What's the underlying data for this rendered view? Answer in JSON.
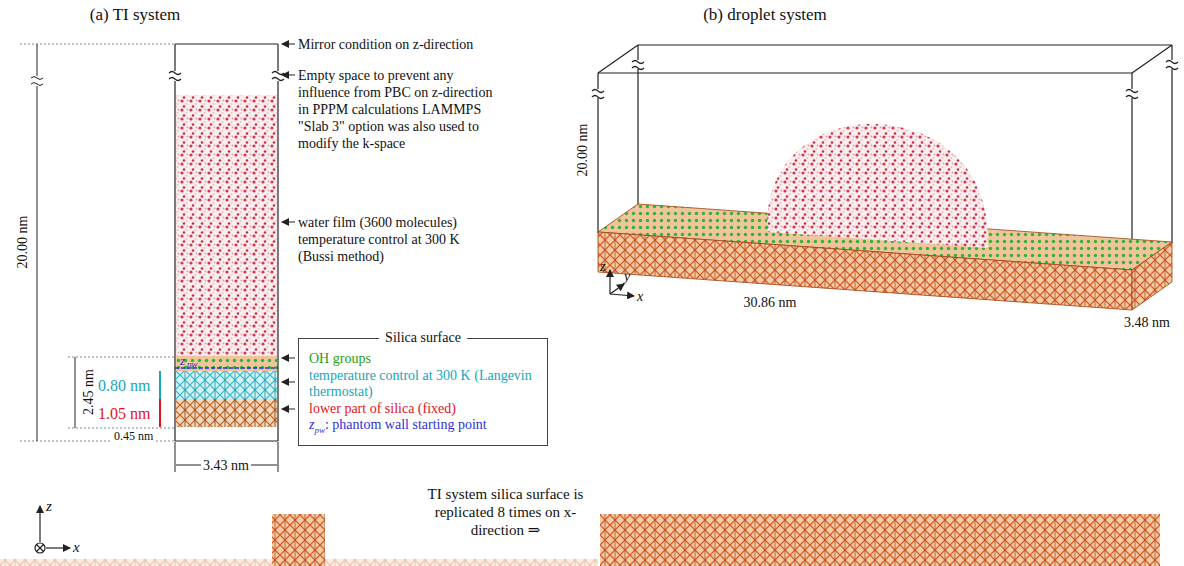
{
  "diagram": {
    "nodes": [
      {
        "text": [
          "Silica surface",
          "OH groups",
          "temperature control at 300 K (Langevin thermostat)",
          "lower part of silica (fixed)",
          "z",
          "pw",
          ": phantom wall starting point"
        ]
      }
    ],
    "labels": [
      "(a) TI system",
      "(b) droplet system",
      "20.00 nm",
      "Mirror condition on z-direction",
      "Empty space to prevent any influence from PBC on z-direction in PPPM calculations LAMMPS \"Slab 3\" option was also used to modify the k-space",
      "water film (3600 molecules) temperature control at 300 K (Bussi method)",
      "2.45 nm",
      "0.80 nm",
      "1.05 nm",
      "0.45 nm",
      "3.43 nm",
      "z",
      "pw",
      "z",
      "x",
      "20.00 nm",
      "30.86 nm",
      "3.48 nm",
      "z",
      "y",
      "x",
      "TI system silica surface is replicated 8 times on x-direction ⇒"
    ]
  }
}
